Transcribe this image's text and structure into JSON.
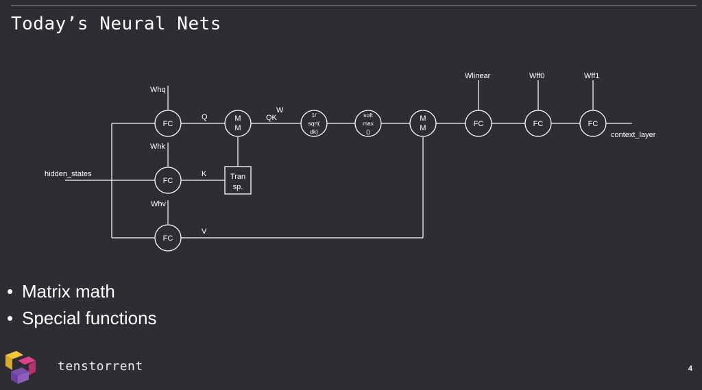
{
  "slide": {
    "title": "Today’s Neural Nets",
    "bullets": [
      "Matrix math",
      "Special functions"
    ],
    "brand": "tenstorrent",
    "page_number": "4"
  },
  "diagram": {
    "input_label": "hidden_states",
    "output_label": "context_layer",
    "weights": {
      "whq": "Whq",
      "whk": "Whk",
      "whv": "Whv",
      "wlinear": "Wlinear",
      "wff0": "Wff0",
      "wff1": "Wff1"
    },
    "edges": {
      "q": "Q",
      "k": "K",
      "v": "V",
      "qk": "QK",
      "qk_sup": "W"
    },
    "nodes": {
      "fc_q": "FC",
      "fc_k": "FC",
      "fc_v": "FC",
      "mm1": [
        "M",
        "M"
      ],
      "transpose": [
        "Tran",
        "sp."
      ],
      "scale": [
        "1/",
        "sqrt(",
        "dk)"
      ],
      "softmax": [
        "soft",
        "max",
        "()"
      ],
      "mm2": [
        "M",
        "M"
      ],
      "fc_linear": "FC",
      "fc_ff0": "FC",
      "fc_ff1": "FC"
    }
  },
  "colors": {
    "background": "#2e2d33",
    "line": "#ffffff",
    "logo_yellow": "#f5c63c",
    "logo_pink": "#e0418e",
    "logo_purple": "#7a4fb0"
  }
}
